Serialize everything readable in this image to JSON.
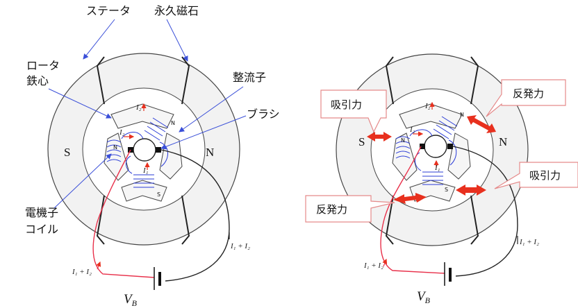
{
  "left": {
    "labels": {
      "stator": "ステータ",
      "magnet": "永久磁石",
      "rotor_core_line1": "ロータ",
      "rotor_core_line2": "鉄心",
      "commutator": "整流子",
      "brush": "ブラシ",
      "armature_line1": "電機子",
      "armature_line2": "コイル"
    },
    "pole_left": "S",
    "pole_right": "N",
    "rotor_poles": {
      "a": "N",
      "b": "N",
      "c": "S"
    },
    "currents": {
      "i1": "I₁",
      "i2": "I₂",
      "i2b": "I₂",
      "sum_left": "I₁ + I₂",
      "sum_right": "I₁ + I₂"
    },
    "voltage": "V",
    "voltage_sub": "B"
  },
  "right": {
    "callouts": {
      "attract_top": "吸引力",
      "repel_top": "反発力",
      "attract_bottom": "吸引力",
      "repel_bottom": "反発力"
    },
    "pole_left": "S",
    "pole_right": "N",
    "rotor_poles": {
      "a": "N",
      "b": "N",
      "c": "S"
    },
    "currents": {
      "i1": "I₁",
      "i2": "I₂",
      "i2b": "I₂",
      "sum_left": "I₁ + I₂",
      "sum_right": "I₁ + I₂"
    },
    "voltage": "V",
    "voltage_sub": "B"
  },
  "colors": {
    "arrow_red": "#e8301e",
    "wire_red": "#e8304a",
    "coil_blue": "#2a3bd6",
    "pointer_blue": "#3a4fd8"
  }
}
